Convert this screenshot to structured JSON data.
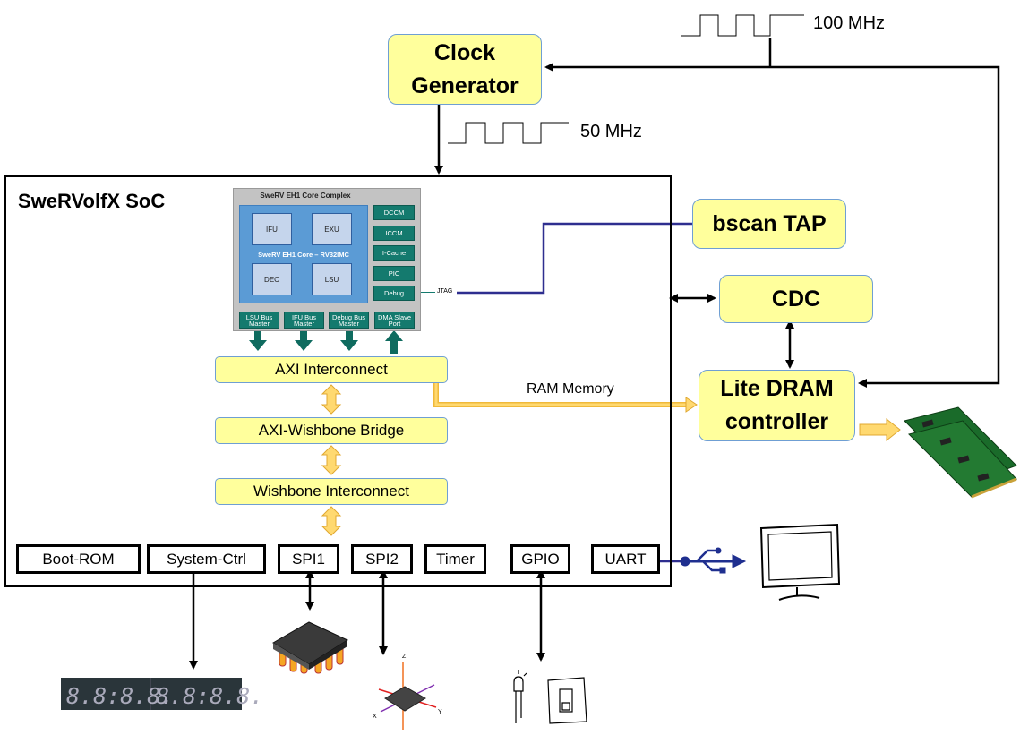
{
  "clock": {
    "generator_line1": "Clock",
    "generator_line2": "Generator",
    "input_freq": "100 MHz",
    "output_freq": "50 MHz"
  },
  "soc": {
    "title": "SweRVolfX SoC",
    "core_complex": {
      "title": "SweRV EH1 Core Complex",
      "core_name": "SweRV EH1 Core – RV32IMC",
      "units": [
        "IFU",
        "EXU",
        "DEC",
        "LSU"
      ],
      "memories": [
        "DCCM",
        "ICCM",
        "I-Cache",
        "PIC",
        "Debug"
      ],
      "ports": [
        "LSU Bus Master",
        "IFU Bus Master",
        "Debug Bus Master",
        "DMA Slave Port"
      ],
      "jtag_label": "JTAG"
    },
    "axi_interconnect": "AXI Interconnect",
    "axi_wb_bridge": "AXI-Wishbone Bridge",
    "wb_interconnect": "Wishbone Interconnect",
    "peripherals": [
      "Boot-ROM",
      "System-Ctrl",
      "SPI1",
      "SPI2",
      "Timer",
      "GPIO",
      "UART"
    ]
  },
  "external": {
    "bscan": "bscan TAP",
    "cdc": "CDC",
    "dram_line1": "Lite DRAM",
    "dram_line2": "controller",
    "ram_memory_label": "RAM Memory"
  },
  "colors": {
    "block_fill": "#ffff9c",
    "block_border": "#6f9fd3",
    "jtag_line": "#2e2e8f",
    "data_arrow": "#f9c74f",
    "core_teal": "#147a6e",
    "core_blue": "#5b9bd5"
  }
}
